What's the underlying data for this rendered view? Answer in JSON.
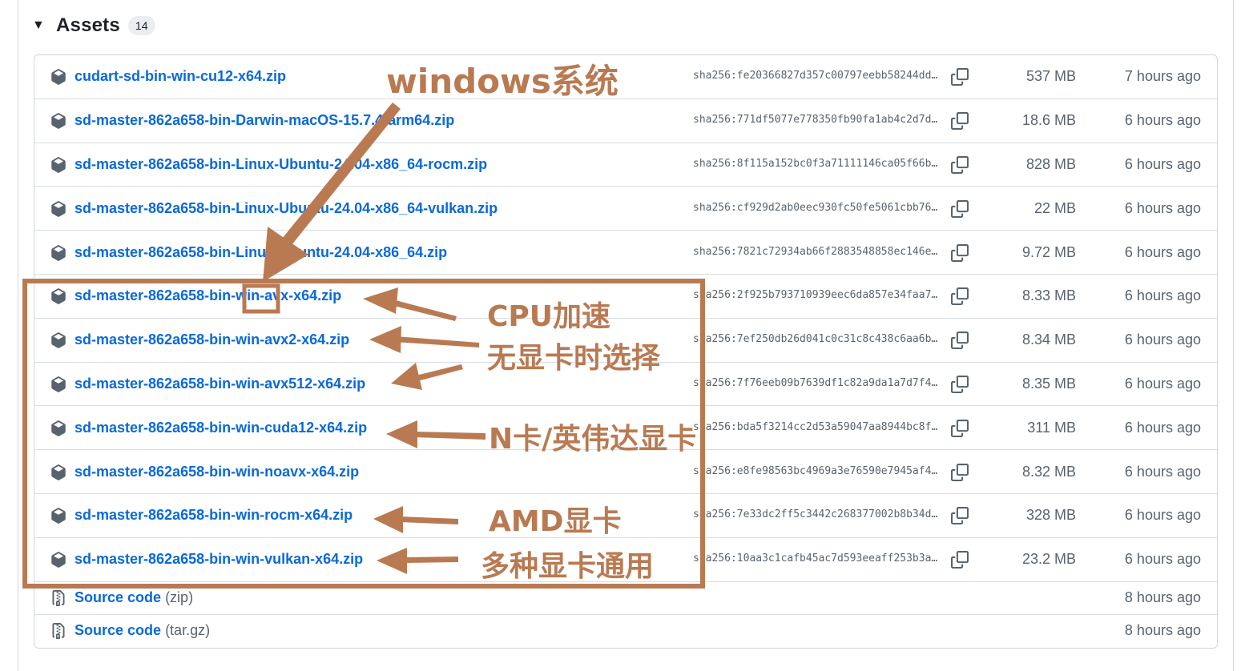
{
  "assets": {
    "title": "Assets",
    "count": "14",
    "rows": [
      {
        "name": "cudart-sd-bin-win-cu12-x64.zip",
        "sha": "sha256:fe20366827d357c00797eebb58244dd…",
        "size": "537 MB",
        "time": "7 hours ago"
      },
      {
        "name": "sd-master-862a658-bin-Darwin-macOS-15.7.4-arm64.zip",
        "sha": "sha256:771df5077e778350fb90fa1ab4c2d7d…",
        "size": "18.6 MB",
        "time": "6 hours ago"
      },
      {
        "name": "sd-master-862a658-bin-Linux-Ubuntu-24.04-x86_64-rocm.zip",
        "sha": "sha256:8f115a152bc0f3a71111146ca05f66b…",
        "size": "828 MB",
        "time": "6 hours ago"
      },
      {
        "name": "sd-master-862a658-bin-Linux-Ubuntu-24.04-x86_64-vulkan.zip",
        "sha": "sha256:cf929d2ab0eec930fc50fe5061cbb76…",
        "size": "22 MB",
        "time": "6 hours ago"
      },
      {
        "name": "sd-master-862a658-bin-Linux-Ubuntu-24.04-x86_64.zip",
        "sha": "sha256:7821c72934ab66f2883548858ec146e…",
        "size": "9.72 MB",
        "time": "6 hours ago"
      },
      {
        "name": "sd-master-862a658-bin-win-avx-x64.zip",
        "sha": "sha256:2f925b793710939eec6da857e34faa7…",
        "size": "8.33 MB",
        "time": "6 hours ago"
      },
      {
        "name": "sd-master-862a658-bin-win-avx2-x64.zip",
        "sha": "sha256:7ef250db26d041c0c31c8c438c6aa6b…",
        "size": "8.34 MB",
        "time": "6 hours ago"
      },
      {
        "name": "sd-master-862a658-bin-win-avx512-x64.zip",
        "sha": "sha256:7f76eeb09b7639df1c82a9da1a7d7f4…",
        "size": "8.35 MB",
        "time": "6 hours ago"
      },
      {
        "name": "sd-master-862a658-bin-win-cuda12-x64.zip",
        "sha": "sha256:bda5f3214cc2d53a59047aa8944bc8f…",
        "size": "311 MB",
        "time": "6 hours ago"
      },
      {
        "name": "sd-master-862a658-bin-win-noavx-x64.zip",
        "sha": "sha256:e8fe98563bc4969a3e76590e7945af4…",
        "size": "8.32 MB",
        "time": "6 hours ago"
      },
      {
        "name": "sd-master-862a658-bin-win-rocm-x64.zip",
        "sha": "sha256:7e33dc2ff5c3442c268377002b8b34d…",
        "size": "328 MB",
        "time": "6 hours ago"
      },
      {
        "name": "sd-master-862a658-bin-win-vulkan-x64.zip",
        "sha": "sha256:10aa3c1cafb45ac7d593eeaff253b3a…",
        "size": "23.2 MB",
        "time": "6 hours ago"
      }
    ],
    "source_rows": [
      {
        "name": "Source code",
        "suffix": "(zip)",
        "time": "8 hours ago"
      },
      {
        "name": "Source code",
        "suffix": "(tar.gz)",
        "time": "8 hours ago"
      }
    ]
  },
  "annotations": {
    "windows": "windows系统",
    "cpu_line1": "CPU加速",
    "cpu_line2": "无显卡时选择",
    "nvidia": "N卡/英伟达显卡",
    "amd": "AMD显卡",
    "vulkan": "多种显卡通用"
  },
  "colors": {
    "annotation": "#b97a52",
    "link": "#0969da",
    "muted": "#59636e",
    "border": "#d0d7de"
  }
}
